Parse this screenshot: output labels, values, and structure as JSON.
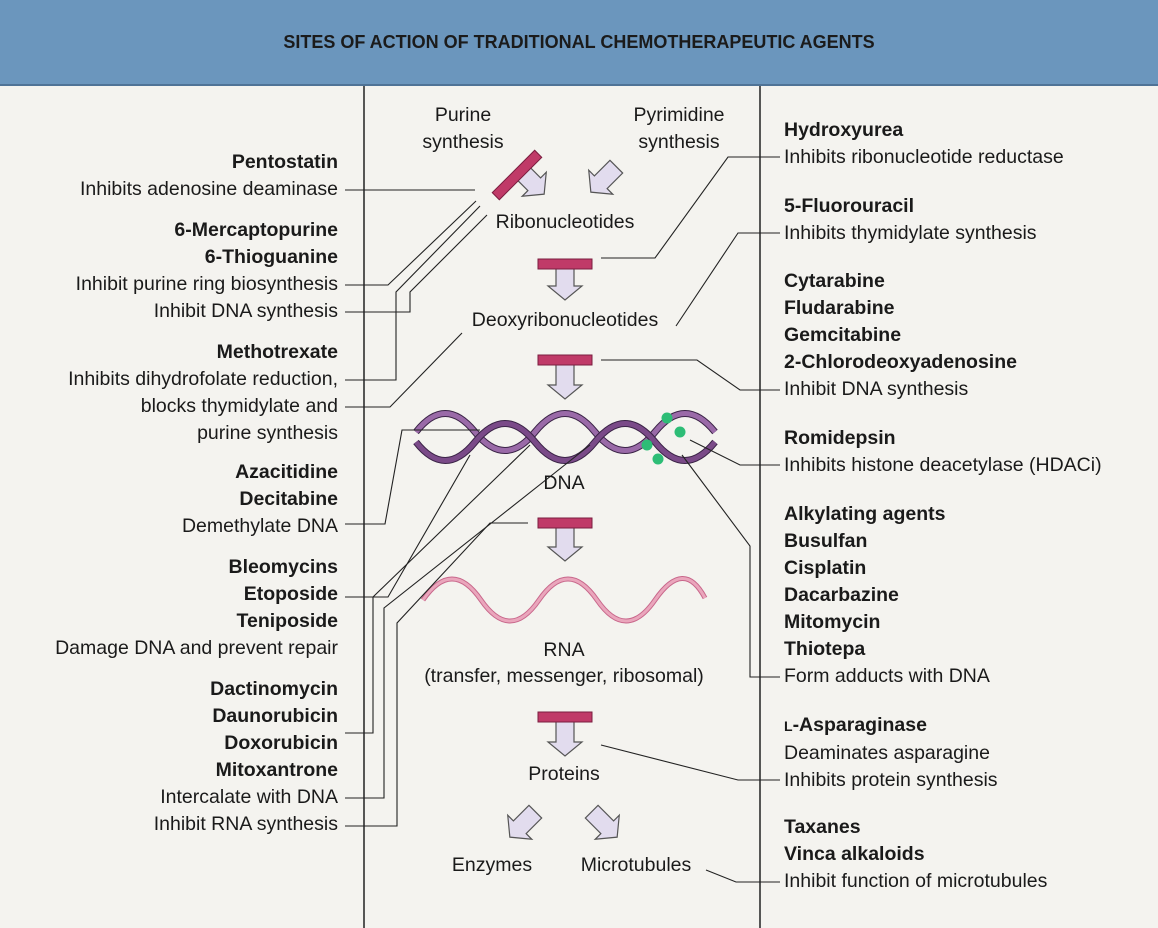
{
  "title": "SITES OF ACTION OF TRADITIONAL CHEMOTHERAPEUTIC AGENTS",
  "colors": {
    "header": "#6b96bd",
    "block": "#c03a68",
    "arrow": "#e2dcee",
    "dna": "#7a4a88",
    "rna": "#e79bb3",
    "dot": "#2dbd76",
    "background": "#f4f3ef"
  },
  "pathway": {
    "purine": [
      "Purine",
      "synthesis"
    ],
    "pyrimidine": [
      "Pyrimidine",
      "synthesis"
    ],
    "ribonucleotides": "Ribonucleotides",
    "deoxyribonucleotides": "Deoxyribonucleotides",
    "dna": "DNA",
    "rna": "RNA",
    "rna_types": "(transfer, messenger, ribosomal)",
    "proteins": "Proteins",
    "enzymes": "Enzymes",
    "microtubules": "Microtubules"
  },
  "left": {
    "pentostatin": {
      "drugs": [
        "Pentostatin"
      ],
      "effect": [
        "Inhibits adenosine deaminase"
      ]
    },
    "thiopurines": {
      "drugs": [
        "6-Mercaptopurine",
        "6-Thioguanine"
      ],
      "effect": [
        "Inhibit purine ring biosynthesis",
        "Inhibit DNA synthesis"
      ]
    },
    "methotrexate": {
      "drugs": [
        "Methotrexate"
      ],
      "effect": [
        "Inhibits dihydrofolate reduction,",
        "blocks thymidylate and",
        "purine synthesis"
      ]
    },
    "hypomethylating": {
      "drugs": [
        "Azacitidine",
        "Decitabine"
      ],
      "effect": [
        "Demethylate DNA"
      ]
    },
    "dna_damaging": {
      "drugs": [
        "Bleomycins",
        "Etoposide",
        "Teniposide"
      ],
      "effect": [
        "Damage DNA and prevent repair"
      ]
    },
    "intercalators": {
      "drugs": [
        "Dactinomycin",
        "Daunorubicin",
        "Doxorubicin",
        "Mitoxantrone"
      ],
      "effect": [
        "Intercalate with DNA",
        "Inhibit RNA synthesis"
      ]
    }
  },
  "right": {
    "hydroxyurea": {
      "drugs": [
        "Hydroxyurea"
      ],
      "effect": [
        "Inhibits ribonucleotide reductase"
      ]
    },
    "fluorouracil": {
      "drugs": [
        "5-Fluorouracil"
      ],
      "effect": [
        "Inhibits thymidylate synthesis"
      ]
    },
    "nucleoside_analogs": {
      "drugs": [
        "Cytarabine",
        "Fludarabine",
        "Gemcitabine",
        "2-Chlorodeoxyadenosine"
      ],
      "effect": [
        "Inhibit DNA synthesis"
      ]
    },
    "romidepsin": {
      "drugs": [
        "Romidepsin"
      ],
      "effect": [
        "Inhibits histone deacetylase (HDACi)"
      ]
    },
    "alkylating": {
      "drugs": [
        "Alkylating agents",
        "Busulfan",
        "Cisplatin",
        "Dacarbazine",
        "Mitomycin",
        "Thiotepa"
      ],
      "effect": [
        "Form adducts with DNA"
      ]
    },
    "asparaginase": {
      "prefix": "L",
      "drug": "-Asparaginase",
      "effect": [
        "Deaminates asparagine",
        "Inhibits protein synthesis"
      ]
    },
    "microtubule": {
      "drugs": [
        "Taxanes",
        "Vinca alkaloids"
      ],
      "effect": [
        "Inhibit function of microtubules"
      ]
    }
  }
}
